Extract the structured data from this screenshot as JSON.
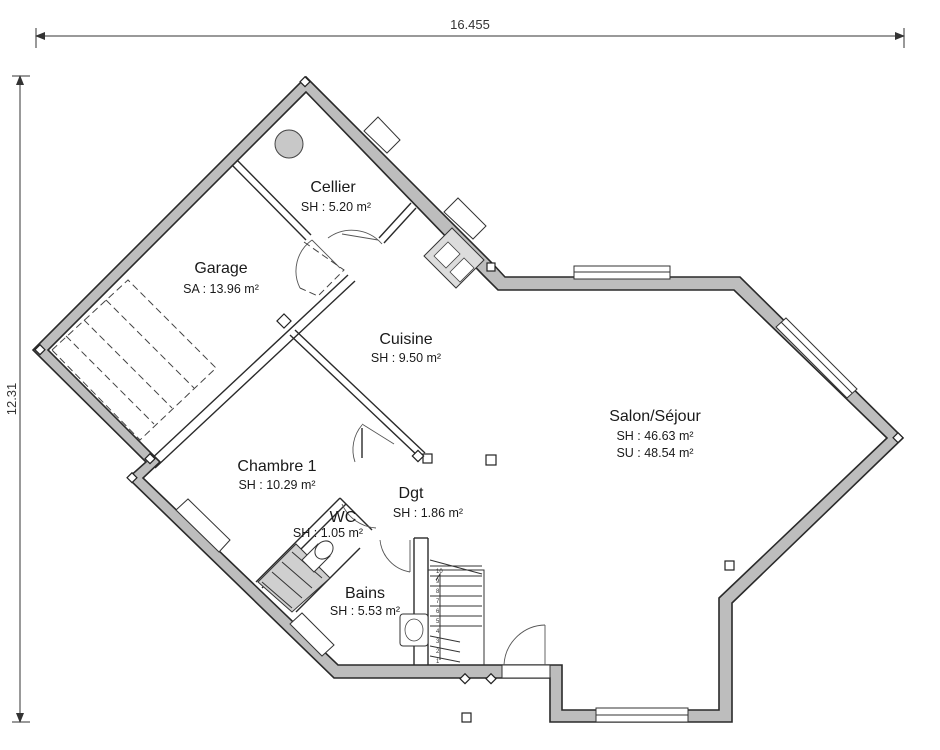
{
  "dimensions": {
    "width_label": "16.455",
    "height_label": "12.31"
  },
  "rooms": {
    "cellier": {
      "name": "Cellier",
      "area": "SH : 5.20 m²"
    },
    "garage": {
      "name": "Garage",
      "area": "SA : 13.96 m²"
    },
    "cuisine": {
      "name": "Cuisine",
      "area": "SH : 9.50 m²"
    },
    "salon": {
      "name": "Salon/Séjour",
      "area": "SH : 46.63 m²",
      "area2": "SU : 48.54 m²"
    },
    "chambre1": {
      "name": "Chambre 1",
      "area": "SH : 10.29 m²"
    },
    "dgt": {
      "name": "Dgt",
      "area": "SH : 1.86 m²"
    },
    "wc": {
      "name": "WC",
      "area": "SH : 1.05 m²"
    },
    "bains": {
      "name": "Bains",
      "area": "SH : 5.53 m²"
    }
  },
  "stairs": {
    "step_numbers": [
      "10",
      "9",
      "8",
      "7",
      "6",
      "5",
      "4",
      "3",
      "2",
      "1"
    ]
  },
  "colors": {
    "wall_fill": "#bdbdbd",
    "line": "#2a2a2a"
  }
}
